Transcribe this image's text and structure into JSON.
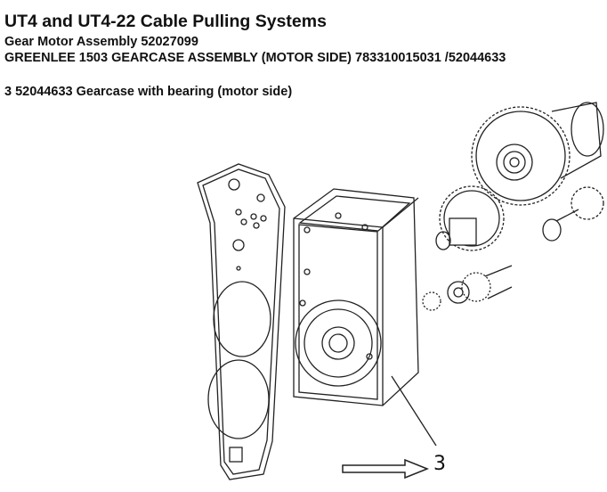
{
  "header": {
    "title": "UT4 and UT4-22 Cable Pulling Systems",
    "subtitle": "Gear Motor Assembly 52027099",
    "assembly": "GREENLEE 1503 GEARCASE ASSEMBLY (MOTOR SIDE)  783310015031 /52044633"
  },
  "parts": [
    {
      "number": "3",
      "description": "3   52044633 Gearcase with bearing (motor side)"
    }
  ],
  "diagram": {
    "callout_label": "3",
    "pointer": "outline-arrow-right"
  }
}
